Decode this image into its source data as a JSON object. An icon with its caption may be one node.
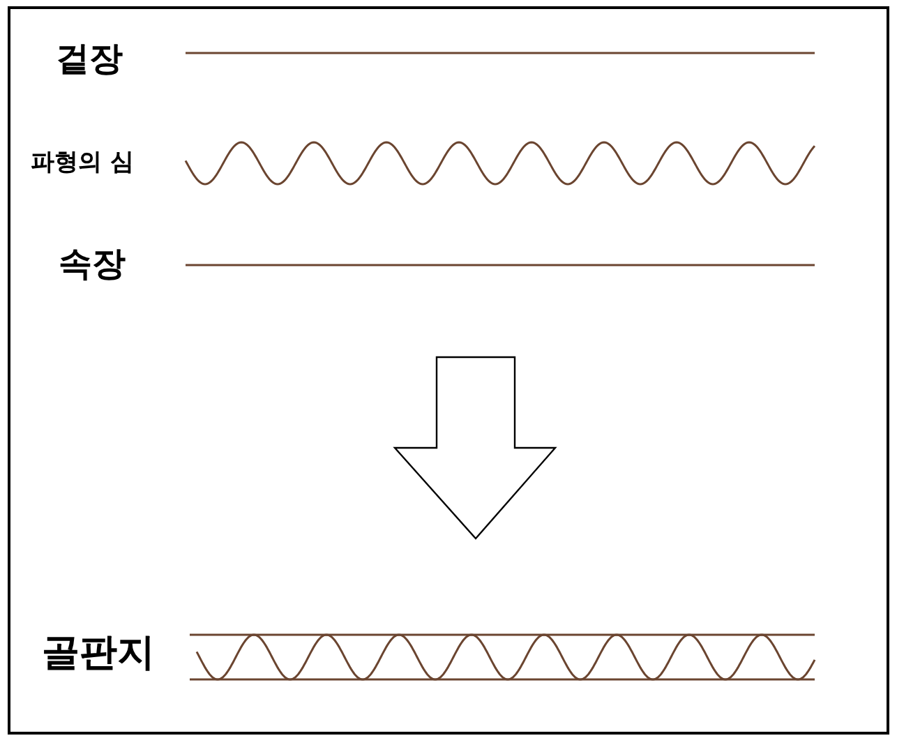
{
  "diagram": {
    "labels": [
      "겉장",
      "파형의 심",
      "속장",
      "골판지"
    ]
  }
}
